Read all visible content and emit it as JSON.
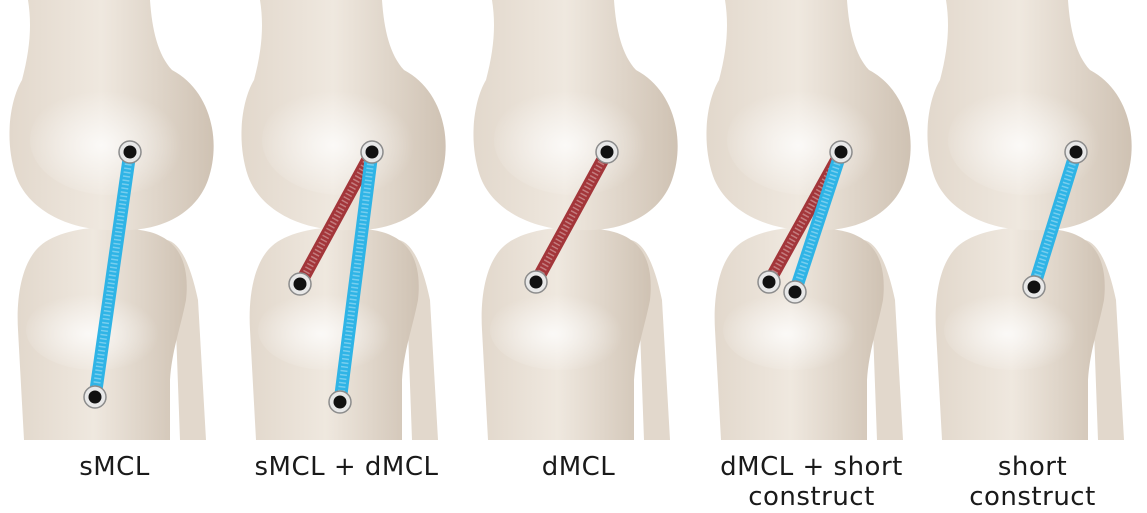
{
  "colors": {
    "bone_light": "#efe8df",
    "bone_mid": "#e2d8cc",
    "bone_shadow": "#cfc2b3",
    "sMCL": "#2fb4e6",
    "dMCL": "#a3363a"
  },
  "panels": [
    {
      "caption_line1": "sMCL",
      "caption_line2": "",
      "grafts": [
        "sMCL"
      ]
    },
    {
      "caption_line1": "sMCL + dMCL",
      "caption_line2": "",
      "grafts": [
        "dMCL",
        "sMCL"
      ]
    },
    {
      "caption_line1": "dMCL",
      "caption_line2": "",
      "grafts": [
        "dMCL"
      ]
    },
    {
      "caption_line1": "dMCL + short",
      "caption_line2": "construct",
      "grafts": [
        "dMCL",
        "short"
      ]
    },
    {
      "caption_line1": "short",
      "caption_line2": "construct",
      "grafts": [
        "short"
      ]
    }
  ]
}
